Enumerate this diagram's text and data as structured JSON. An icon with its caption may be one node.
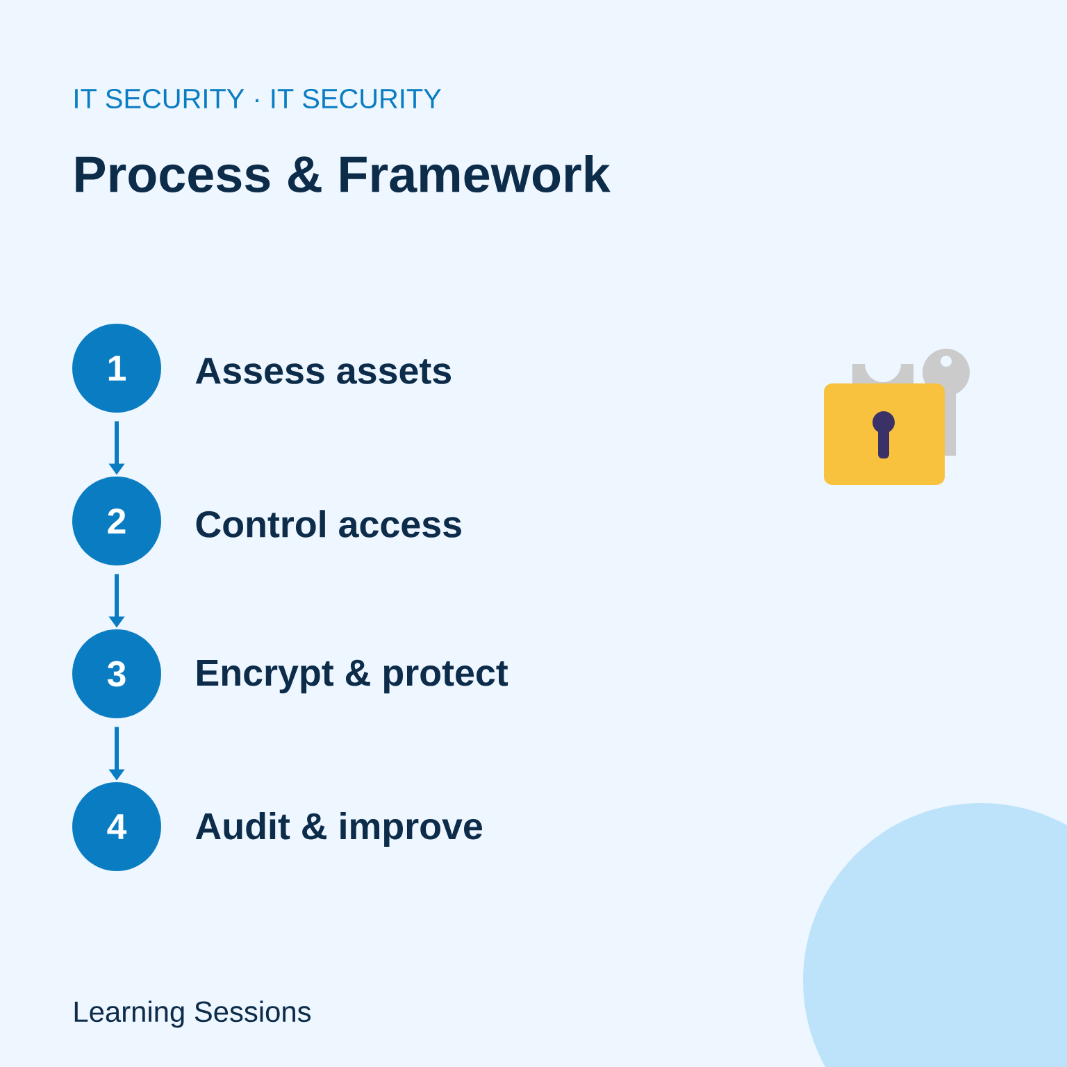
{
  "diagram": {
    "title": "Process & Framework",
    "nodes": [
      {
        "text": [
          "1"
        ],
        "beside": [
          "Assess assets"
        ]
      },
      {
        "text": [
          "2"
        ],
        "beside": [
          "Control access"
        ]
      },
      {
        "text": [
          "3"
        ],
        "beside": [
          "Encrypt & protect"
        ]
      },
      {
        "text": [
          "4"
        ],
        "beside": [
          "Audit & improve"
        ]
      }
    ],
    "edges": [
      {
        "from": 0,
        "to": 1,
        "arrow": "to"
      },
      {
        "from": 1,
        "to": 2,
        "arrow": "to"
      },
      {
        "from": 2,
        "to": 3,
        "arrow": "to"
      }
    ],
    "labels": [
      "IT SECURITY · IT SECURITY",
      "Learning Sessions"
    ]
  }
}
